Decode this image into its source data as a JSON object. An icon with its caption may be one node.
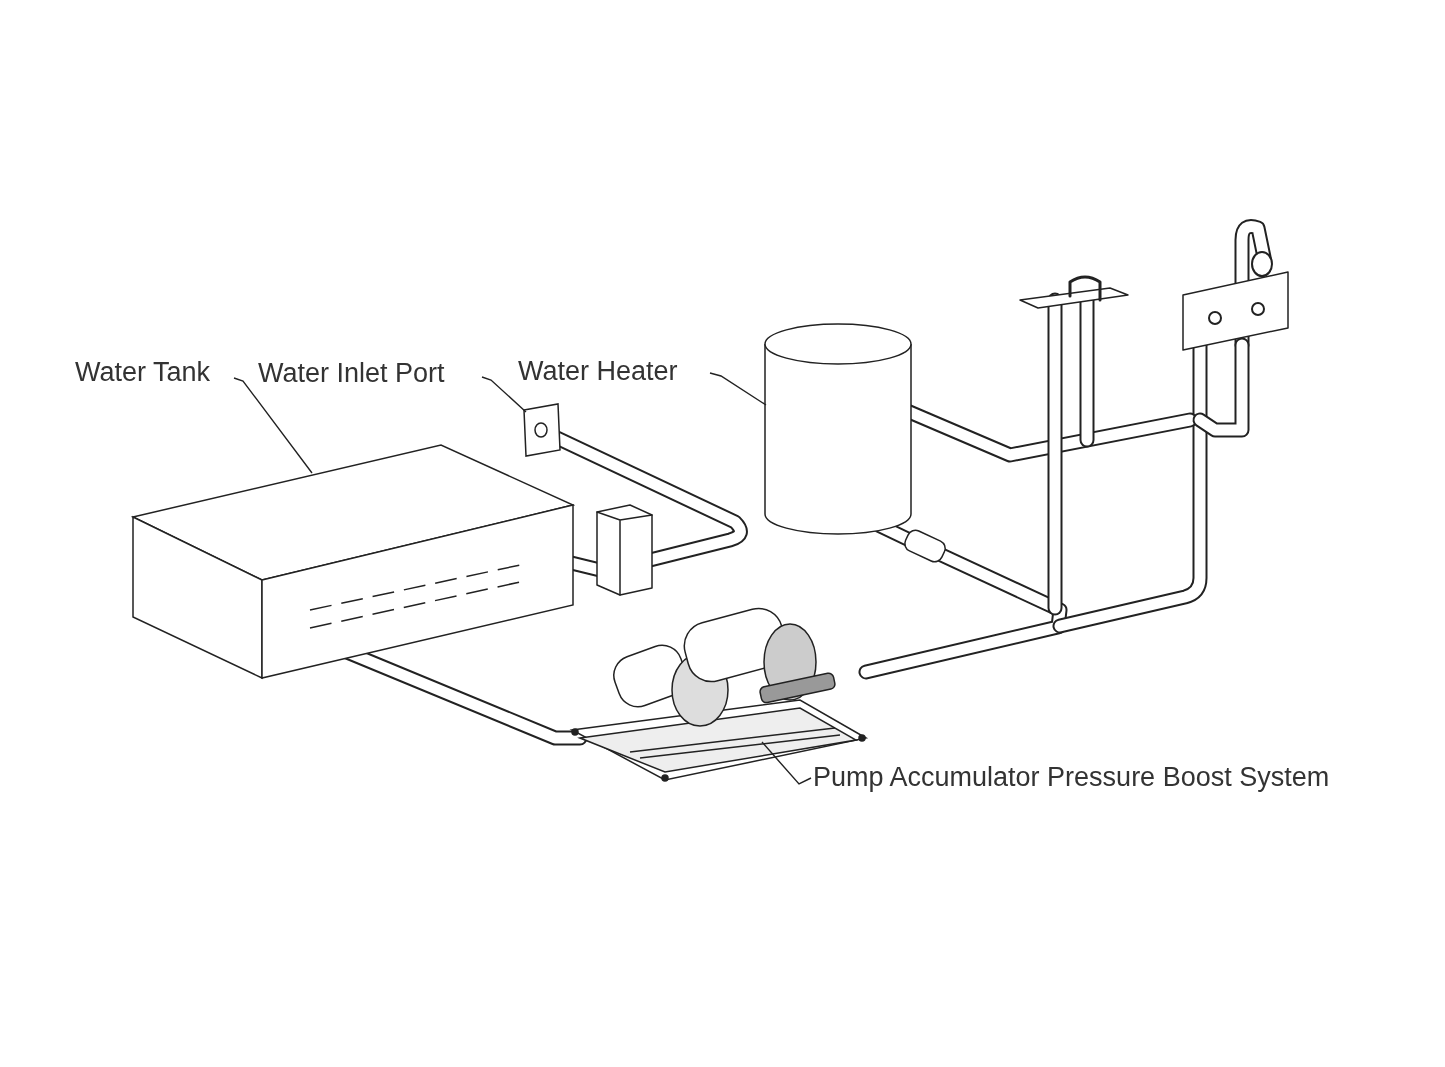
{
  "diagram": {
    "nodes": [
      {
        "text": [
          "Water Tank"
        ]
      },
      {
        "text": [],
        "shape": "box"
      },
      {
        "text": [
          "Water Inlet Port"
        ]
      },
      {
        "text": [],
        "shape": "box"
      },
      {
        "text": [
          "Water Heater"
        ]
      },
      {
        "text": [],
        "shape": "cylinder"
      },
      {
        "text": [
          "Pump Accumulator Pressure Boost System"
        ]
      },
      {
        "text": [],
        "shape": "picture"
      }
    ],
    "edges": [
      {
        "from": 0,
        "to": 1,
        "arrow": "none"
      },
      {
        "from": 2,
        "to": 3,
        "arrow": "none"
      },
      {
        "from": 4,
        "to": 5,
        "arrow": "none"
      },
      {
        "from": 6,
        "to": 7,
        "arrow": "none"
      },
      {
        "from": 1,
        "to": 7,
        "arrow": "none",
        "style": "thick"
      },
      {
        "from": 7,
        "to": 5,
        "arrow": "none",
        "style": "thick"
      }
    ]
  }
}
